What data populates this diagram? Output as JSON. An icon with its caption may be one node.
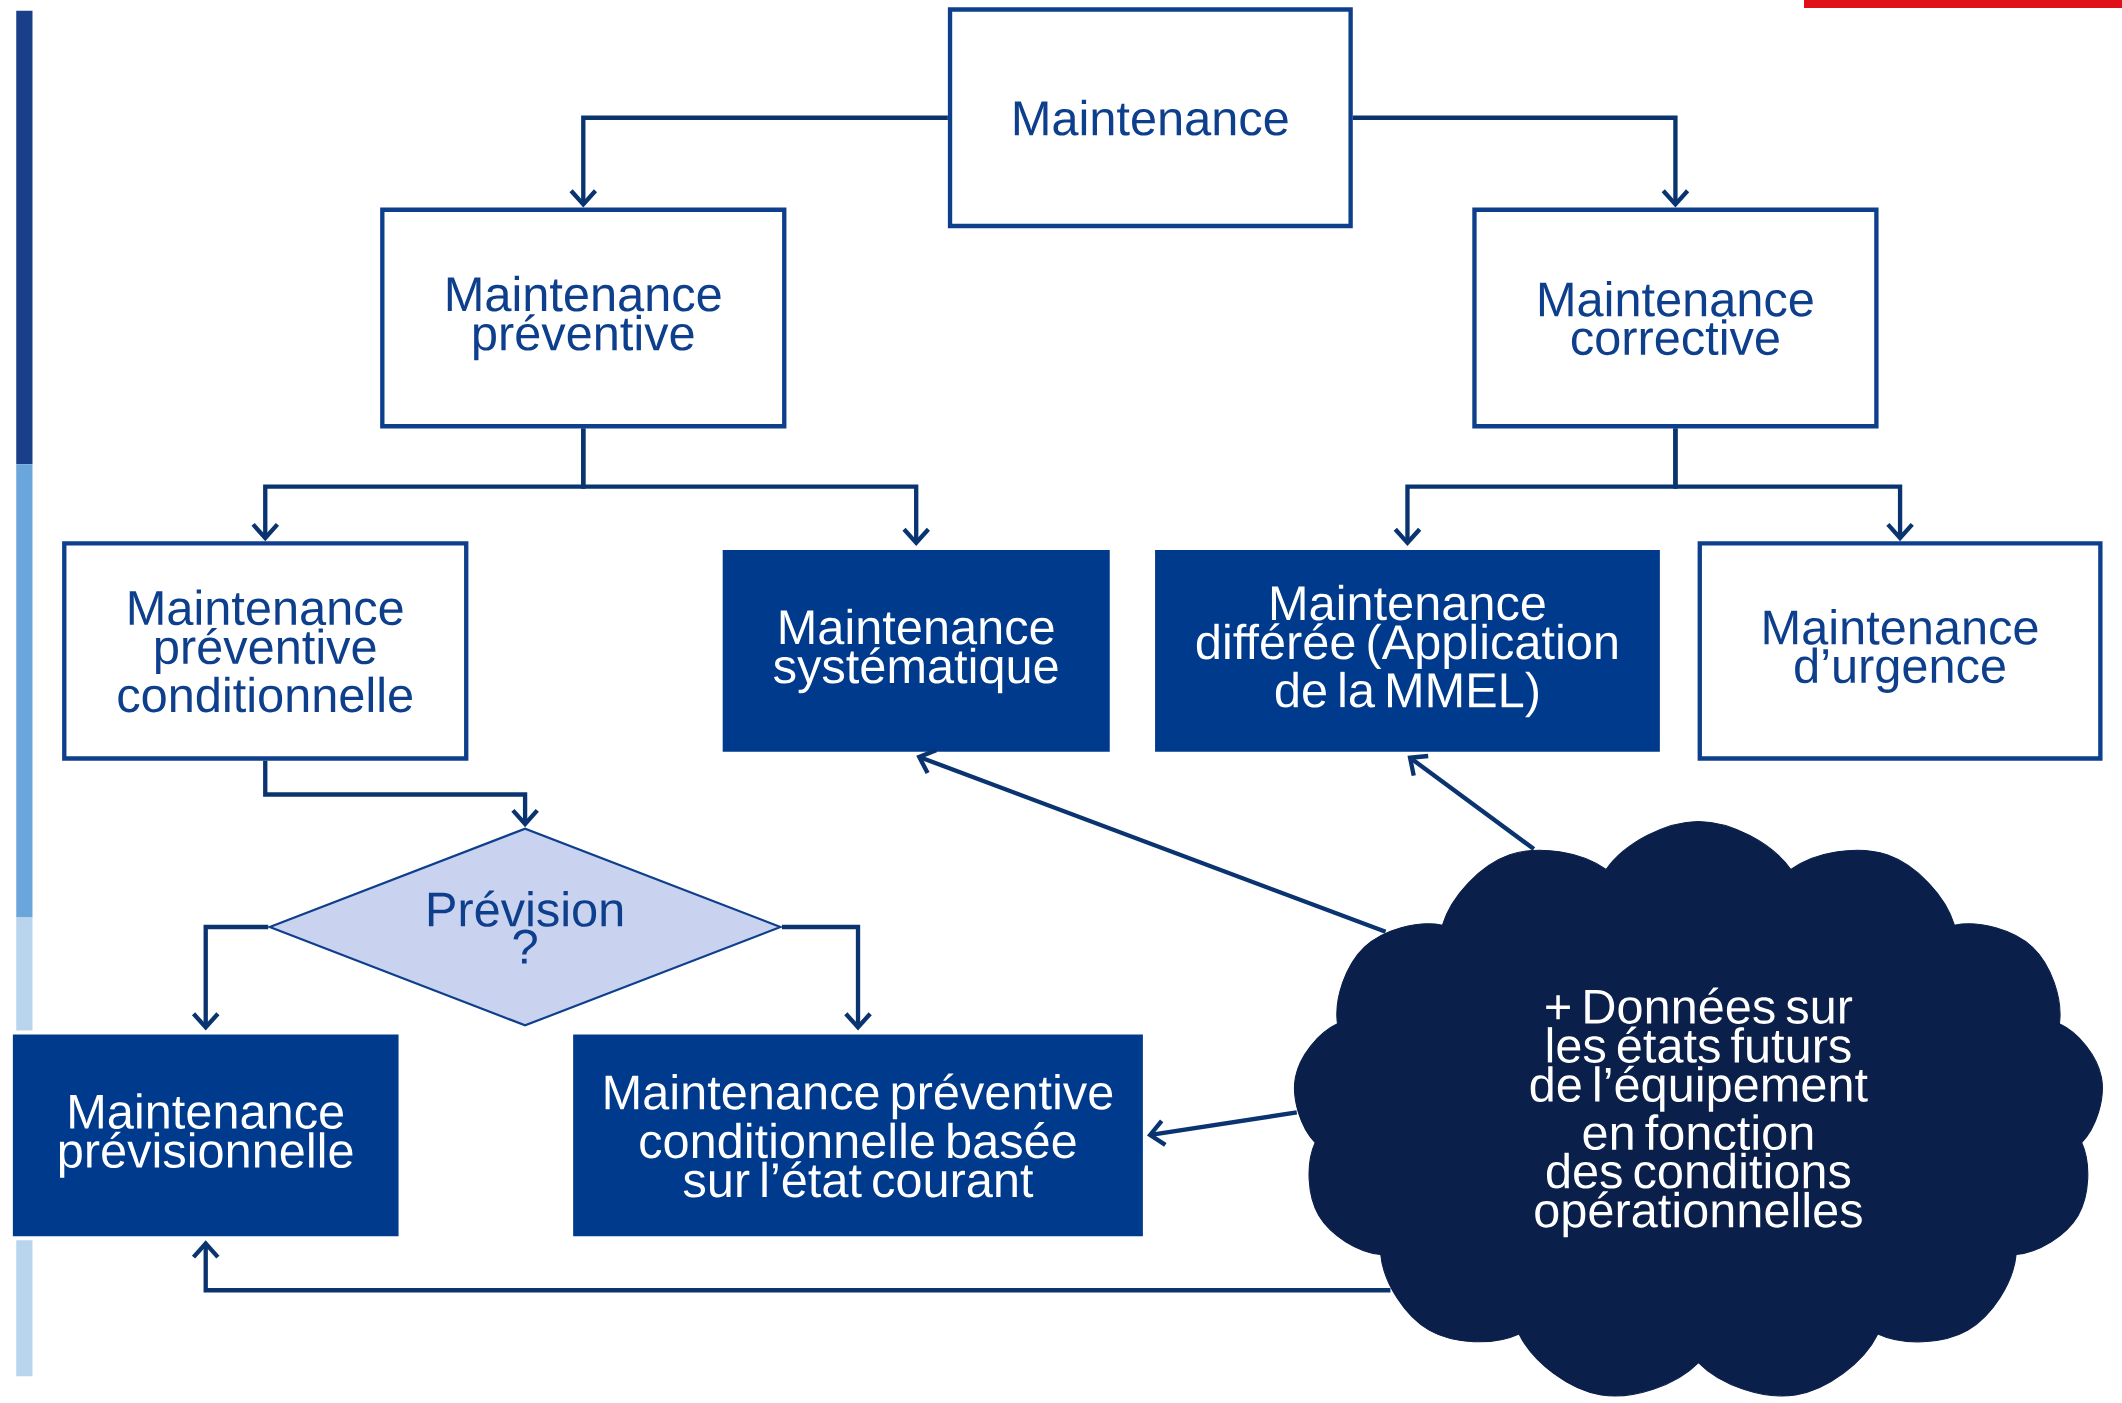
{
  "diagram": {
    "nodes": [
      {
        "text": [
          "Maintenance"
        ]
      },
      {
        "text": [
          "Maintenance préventive"
        ]
      },
      {
        "text": [
          "Maintenance corrective"
        ]
      },
      {
        "text": [
          "Maintenance préventive conditionnelle"
        ]
      },
      {
        "text": [
          "Maintenance systématique"
        ]
      },
      {
        "text": [
          "Maintenance différée (Application de la MMEL)"
        ]
      },
      {
        "text": [
          "Maintenance d’urgence"
        ]
      },
      {
        "text": [
          "Prévision ?"
        ]
      },
      {
        "text": [
          "Maintenance prévisionnelle"
        ]
      },
      {
        "text": [
          "Maintenance préventive conditionnelle basée sur l’état courant"
        ]
      },
      {
        "text": [
          "+ Données sur les états futurs de l’équipement en fonction des conditions opérationnelles"
        ]
      }
    ],
    "edges": [
      {
        "from": 0,
        "to": 1,
        "arrow": "to"
      },
      {
        "from": 0,
        "to": 2,
        "arrow": "to"
      },
      {
        "from": 1,
        "to": 3,
        "arrow": "to"
      },
      {
        "from": 1,
        "to": 4,
        "arrow": "to"
      },
      {
        "from": 2,
        "to": 5,
        "arrow": "to"
      },
      {
        "from": 2,
        "to": 6,
        "arrow": "to"
      },
      {
        "from": 3,
        "to": 7,
        "arrow": "to"
      },
      {
        "from": 7,
        "to": 8,
        "arrow": "to"
      },
      {
        "from": 7,
        "to": 9,
        "arrow": "to"
      },
      {
        "from": 10,
        "to": 4,
        "arrow": "to"
      },
      {
        "from": 10,
        "to": 5,
        "arrow": "to"
      },
      {
        "from": 10,
        "to": 9,
        "arrow": "to"
      },
      {
        "from": 10,
        "to": 8,
        "arrow": "to"
      }
    ]
  }
}
